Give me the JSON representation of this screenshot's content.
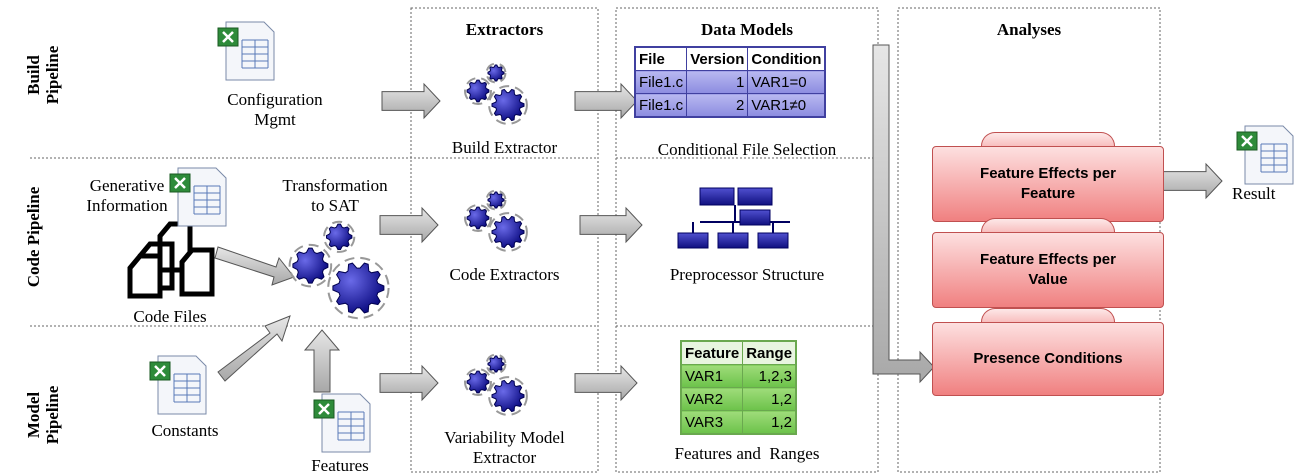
{
  "pipelines": {
    "build": "Build\nPipeline",
    "code": "Code Pipeline",
    "model": "Model\nPipeline"
  },
  "headers": {
    "extractors": "Extractors",
    "data_models": "Data Models",
    "analyses": "Analyses"
  },
  "inputs": {
    "configuration_mgmt": "Configuration\nMgmt",
    "generative_information": "Generative\nInformation",
    "code_files": "Code Files",
    "constants": "Constants",
    "features": "Features",
    "transformation": "Transformation\nto SAT"
  },
  "extractors": {
    "build": "Build Extractor",
    "code": "Code Extractors",
    "variability": "Variability Model\nExtractor"
  },
  "data_models": {
    "conditional_file_selection": "Conditional File Selection",
    "preprocessor_structure": "Preprocessor Structure",
    "features_and_ranges": "Features and  Ranges",
    "file_table": {
      "headers": [
        "File",
        "Version",
        "Condition"
      ],
      "rows": [
        [
          "File1.c",
          "1",
          "VAR1=0"
        ],
        [
          "File1.c",
          "2",
          "VAR1≠0"
        ]
      ]
    },
    "feature_table": {
      "headers": [
        "Feature",
        "Range"
      ],
      "rows": [
        [
          "VAR1",
          "1,2,3"
        ],
        [
          "VAR2",
          "1,2"
        ],
        [
          "VAR3",
          "1,2"
        ]
      ]
    }
  },
  "analyses": {
    "effects_per_feature": "Feature Effects per\nFeature",
    "effects_per_value": "Feature Effects per\nValue",
    "presence_conditions": "Presence Conditions"
  },
  "result": "Result",
  "colors": {
    "analysis_fill": "#f08080",
    "gear": "#1a1aa0",
    "table_blue": "#8c8ce0",
    "table_green": "#6cc24a"
  }
}
